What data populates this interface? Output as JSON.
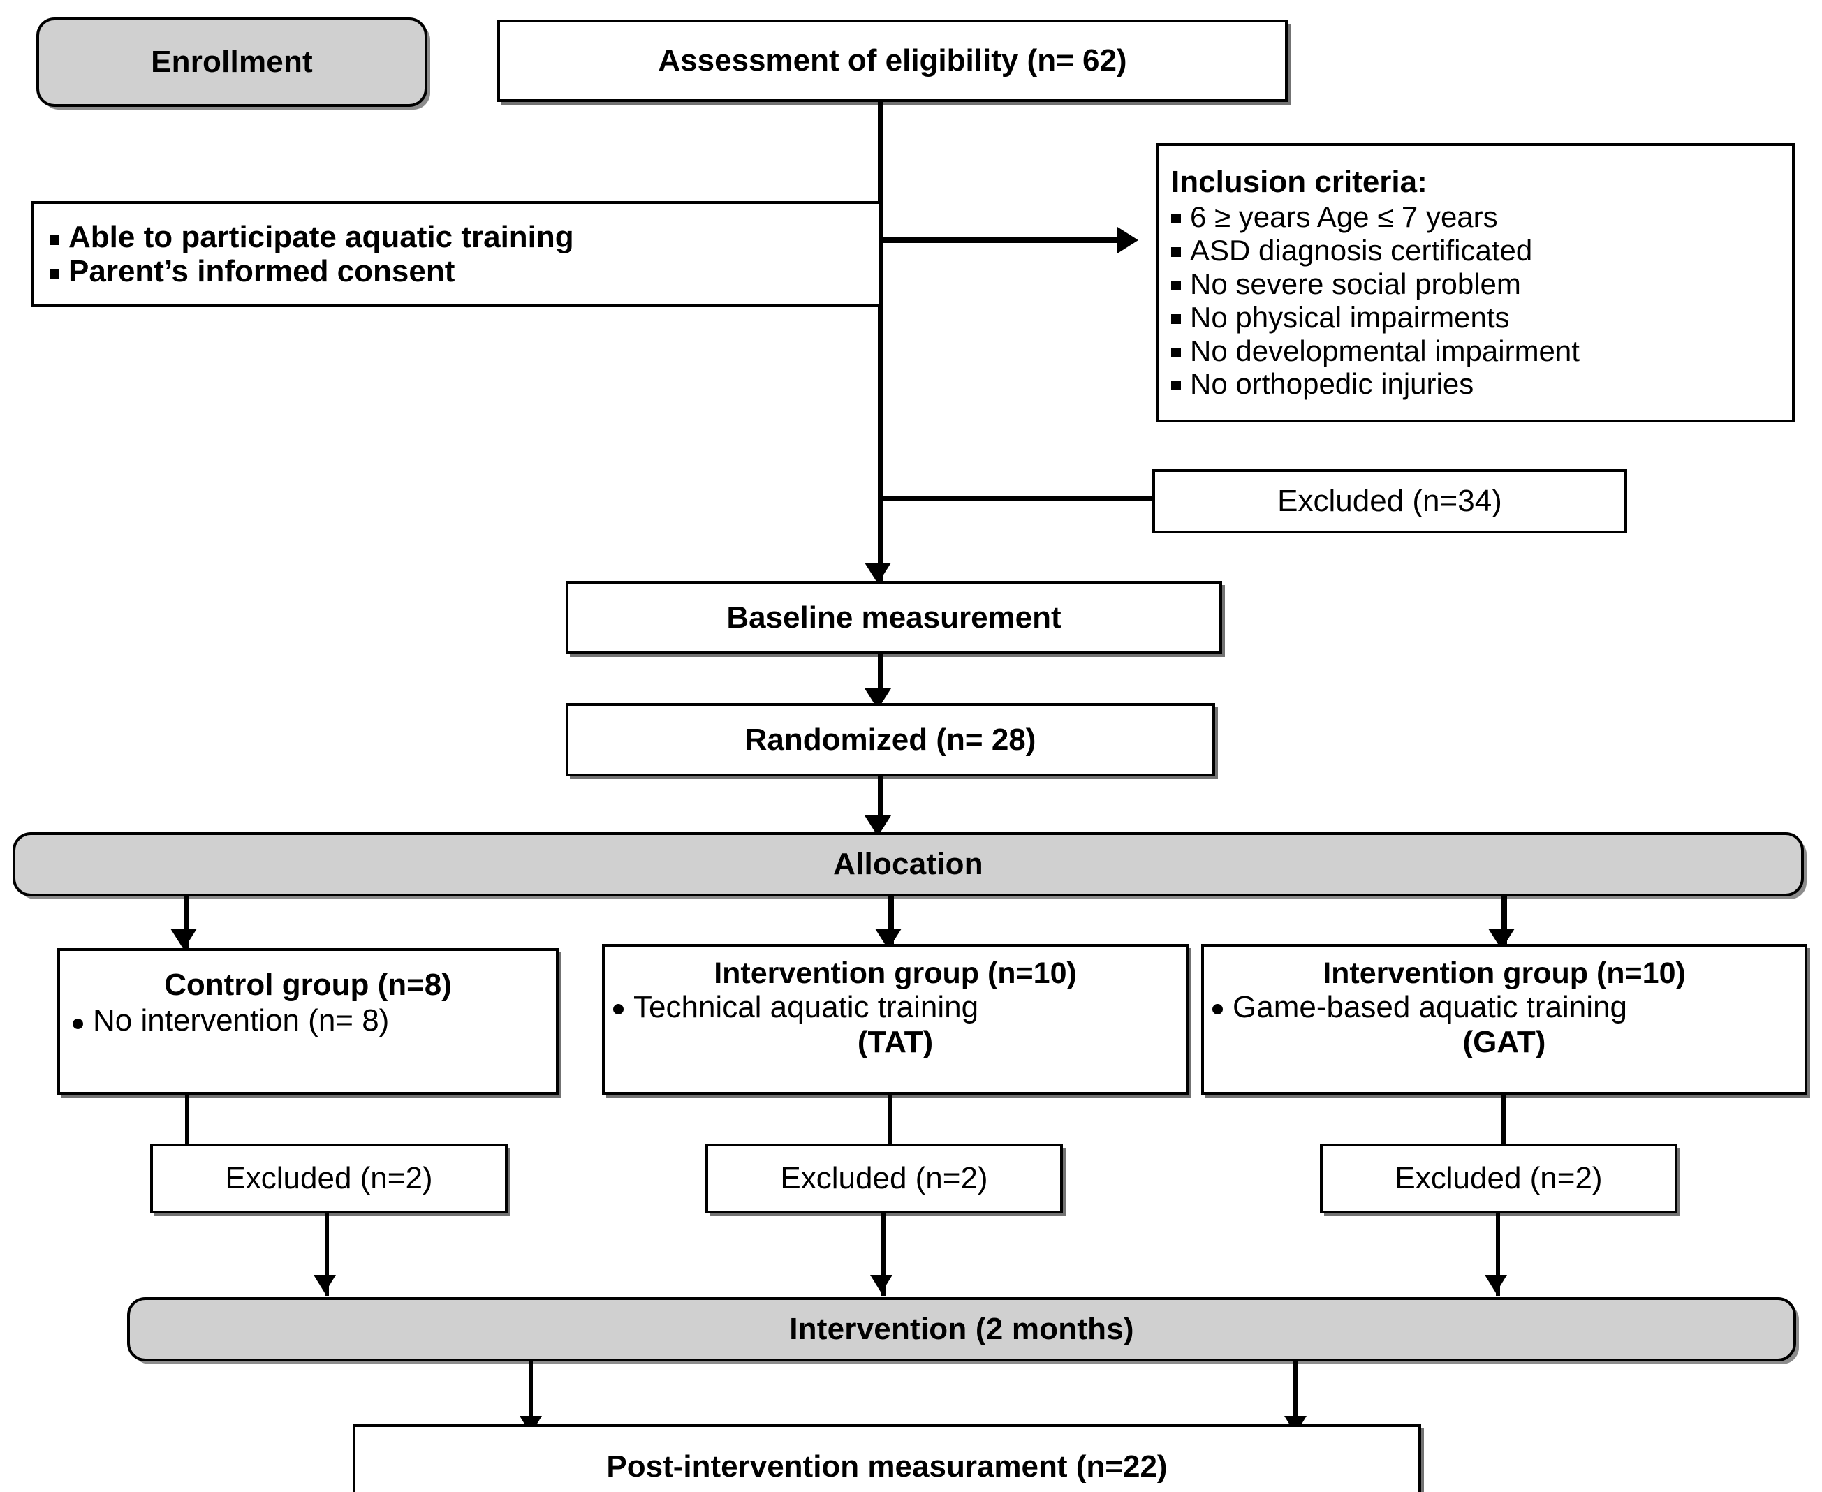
{
  "diagram": {
    "title": "CONSORT participant flow diagram",
    "colors": {
      "stage_band_fill": "#d0d0d0",
      "box_fill": "#ffffff",
      "line": "#000000"
    }
  },
  "stages": {
    "enrollment": "Enrollment",
    "allocation": "Allocation",
    "intervention": "Intervention (2 months)"
  },
  "nodes": {
    "assessment": "Assessment of eligibility (n= 62)",
    "participation": {
      "items": [
        "Able to participate aquatic training",
        "Parent’s informed consent"
      ]
    },
    "inclusion": {
      "heading": "Inclusion criteria:",
      "items": [
        "6 ≥ years Age ≤ 7 years",
        "ASD diagnosis certificated",
        "No severe social problem",
        "No physical  impairments",
        "No developmental impairment",
        "No orthopedic injuries"
      ]
    },
    "excluded_main": "Excluded (n=34)",
    "baseline": "Baseline measurement",
    "randomized": "Randomized (n= 28)",
    "groups": [
      {
        "title": "Control group (n=8)",
        "detail": "No intervention (n= 8)",
        "detail2": "",
        "excluded": "Excluded (n=2)"
      },
      {
        "title": "Intervention  group (n=10)",
        "detail": "Technical aquatic training",
        "detail2": "(TAT)",
        "excluded": "Excluded (n=2)"
      },
      {
        "title": "Intervention  group (n=10)",
        "detail": "Game-based aquatic training",
        "detail2": "(GAT)",
        "excluded": "Excluded (n=2)"
      }
    ],
    "post_intervention": "Post-intervention  measurament (n=22)"
  }
}
